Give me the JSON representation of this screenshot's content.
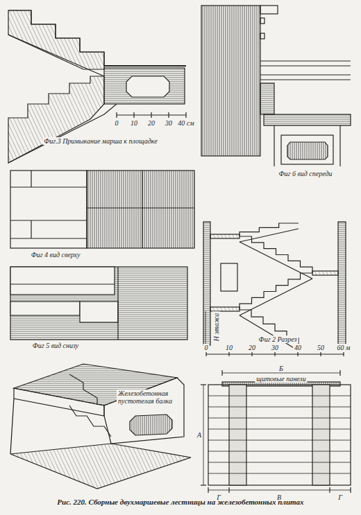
{
  "diagram": {
    "caption": "Рис. 220. Сборные двухмаршевые лестницы на железобетонных плитах",
    "labels": [
      "0",
      "10",
      "20",
      "30",
      "40 см",
      "Фиг.3 Примыкание марша к площадке",
      "Фиг 6 вид спереди",
      "Фиг 4 вид сверху",
      "Фиг 5 вид снизу",
      "Н этажа",
      "Фиг 2 Разрез",
      "0",
      "10",
      "20",
      "30",
      "40",
      "50",
      "60 м",
      "Железобетонная пустотелая балка",
      "Б",
      "щитовые панели",
      "А",
      "Г",
      "В",
      "Г"
    ]
  }
}
